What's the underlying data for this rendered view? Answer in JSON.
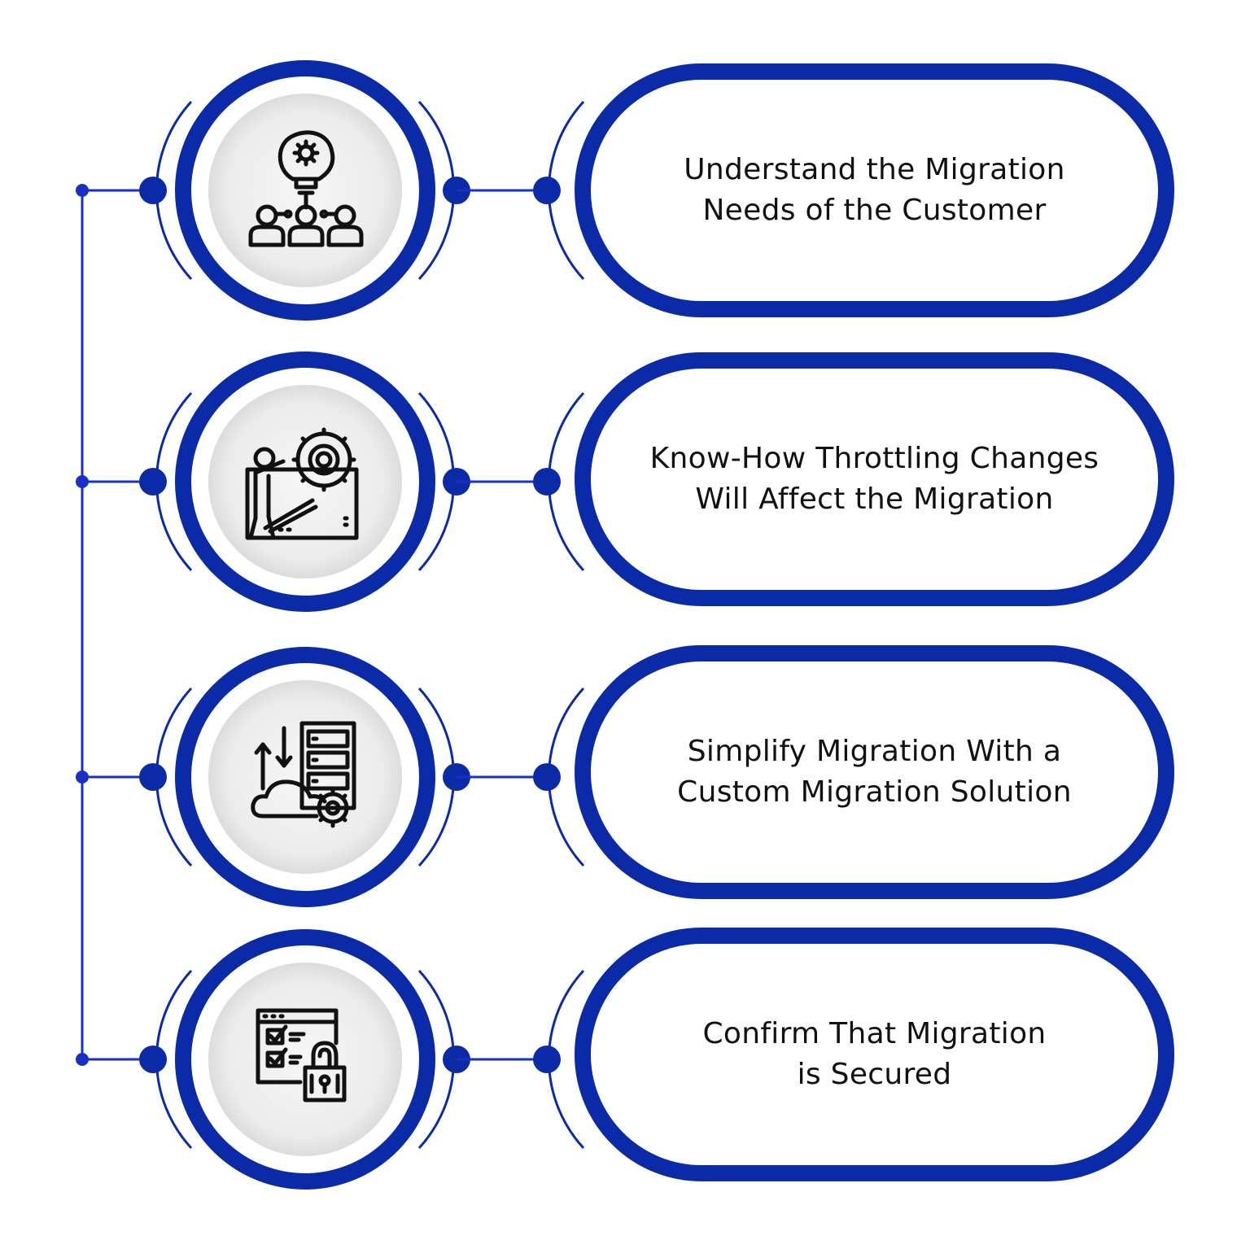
{
  "colors": {
    "accent": "#0a2aa8",
    "line": "#1a2fc4",
    "icon_stroke": "#111111",
    "text": "#111111",
    "inner_disc": "#f1f1f1",
    "background": "#ffffff"
  },
  "steps": [
    {
      "icon": "idea-team-icon",
      "lines": [
        "Understand the Migration",
        "Needs of the Customer"
      ]
    },
    {
      "icon": "person-gear-climb-icon",
      "lines": [
        "Know-How Throttling Changes",
        "Will Affect the Migration"
      ]
    },
    {
      "icon": "server-cloud-sync-icon",
      "lines": [
        "Simplify Migration With a",
        "Custom Migration Solution"
      ]
    },
    {
      "icon": "secure-checklist-lock-icon",
      "lines": [
        "Confirm That Migration",
        "is Secured"
      ]
    }
  ]
}
